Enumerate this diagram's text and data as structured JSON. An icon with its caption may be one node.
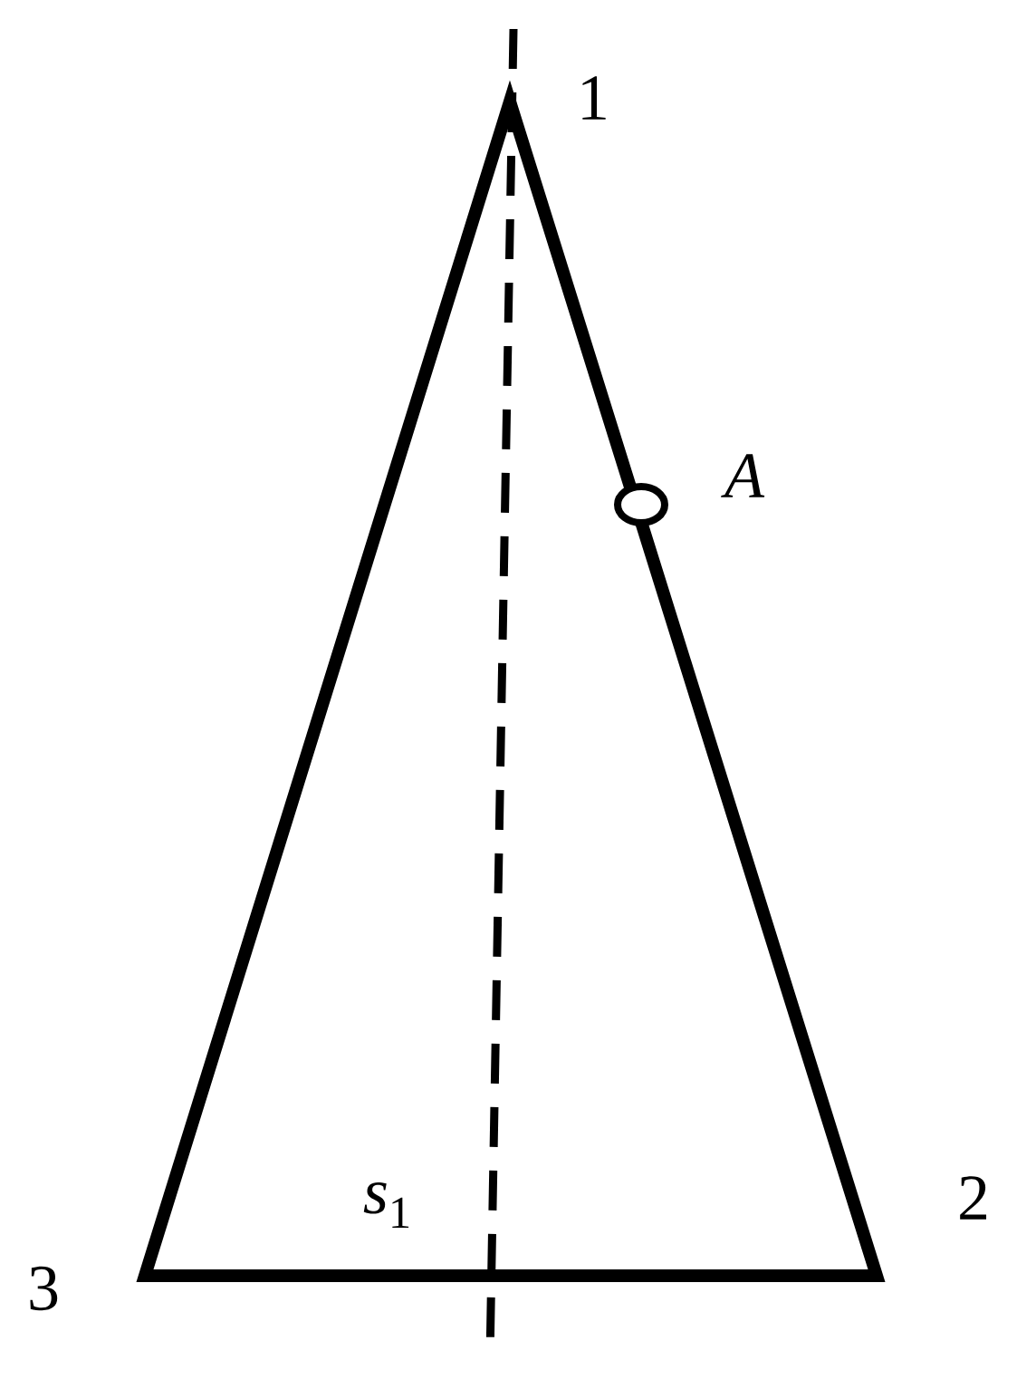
{
  "diagram": {
    "labels": [
      "1",
      "A",
      "2",
      "3",
      "*s*$_{1}$"
    ]
  }
}
